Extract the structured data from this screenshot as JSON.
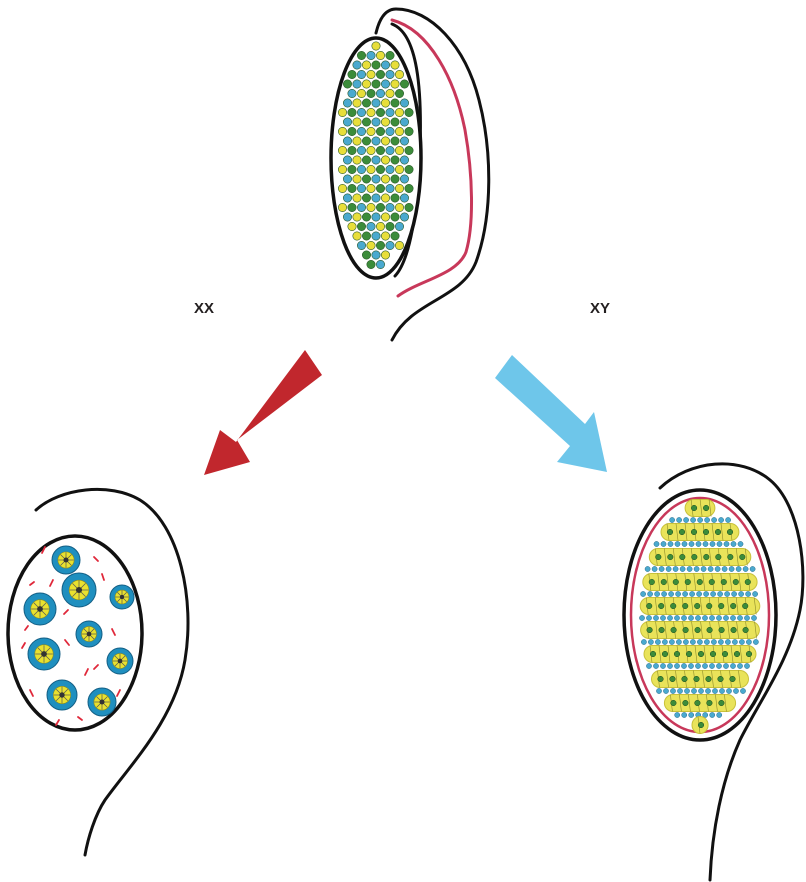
{
  "labels": {
    "left": "XX",
    "right": "XY"
  },
  "colors": {
    "outline": "#111111",
    "duct": "#c8385a",
    "arrow_left": "#c1272d",
    "arrow_right": "#6ec6ea",
    "cell_yellow": "#e8de3a",
    "cell_green": "#3c8c3a",
    "cell_blue": "#4aa9cf",
    "follicle_ring": "#1f8fbf",
    "follicle_core": "#e9e12f",
    "cord_fill": "#e9e35a",
    "cord_edge": "#c9c13a",
    "marks_red": "#e0283a"
  },
  "icons": {
    "left_arrow": "arrow-down-left",
    "right_arrow": "arrow-down-right"
  }
}
